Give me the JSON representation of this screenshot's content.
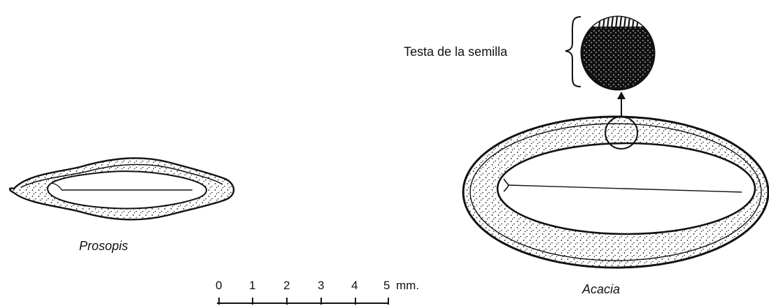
{
  "labels": {
    "seed_coat": "Testa de la semilla",
    "prosopis": "Prosopis",
    "acacia": "Acacia"
  },
  "scale_bar": {
    "ticks": [
      "0",
      "1",
      "2",
      "3",
      "4",
      "5"
    ],
    "unit": "mm."
  },
  "colors": {
    "ink": "#111111",
    "background": "#ffffff"
  }
}
